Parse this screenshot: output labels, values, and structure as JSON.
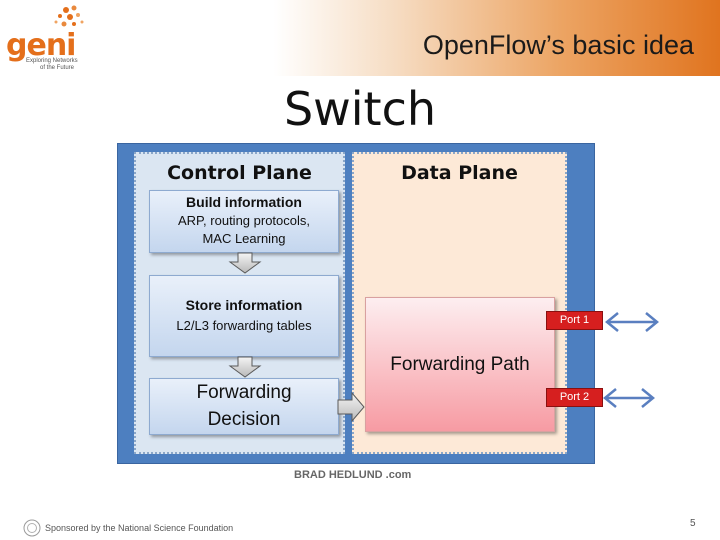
{
  "header": {
    "logo_word": "geni",
    "logo_tagline_1": "Exploring Networks",
    "logo_tagline_2": "of the Future",
    "title": "OpenFlow’s basic idea"
  },
  "heading": "Switch",
  "control_plane": {
    "title": "Control Plane",
    "build": {
      "title": "Build information",
      "line1": "ARP, routing protocols,",
      "line2": "MAC Learning"
    },
    "store": {
      "title": "Store information",
      "line1": "L2/L3 forwarding tables"
    },
    "decision": {
      "line1": "Forwarding",
      "line2": "Decision"
    }
  },
  "data_plane": {
    "title": "Data Plane",
    "forwarding_path": "Forwarding Path",
    "port1": "Port 1",
    "port2": "Port 2"
  },
  "credit": "BRAD HEDLUND  .com",
  "footer": {
    "sponsor": "Sponsored by the National Science Foundation",
    "page_number": "5"
  },
  "colors": {
    "brand_orange": "#e46f1b",
    "switch_blue": "#4d7fc0",
    "control_plane_bg": "#dbe6f2",
    "data_plane_bg": "#fde9d7",
    "port_red": "#d61f1f",
    "arrow_blue": "#5a7fc0"
  }
}
